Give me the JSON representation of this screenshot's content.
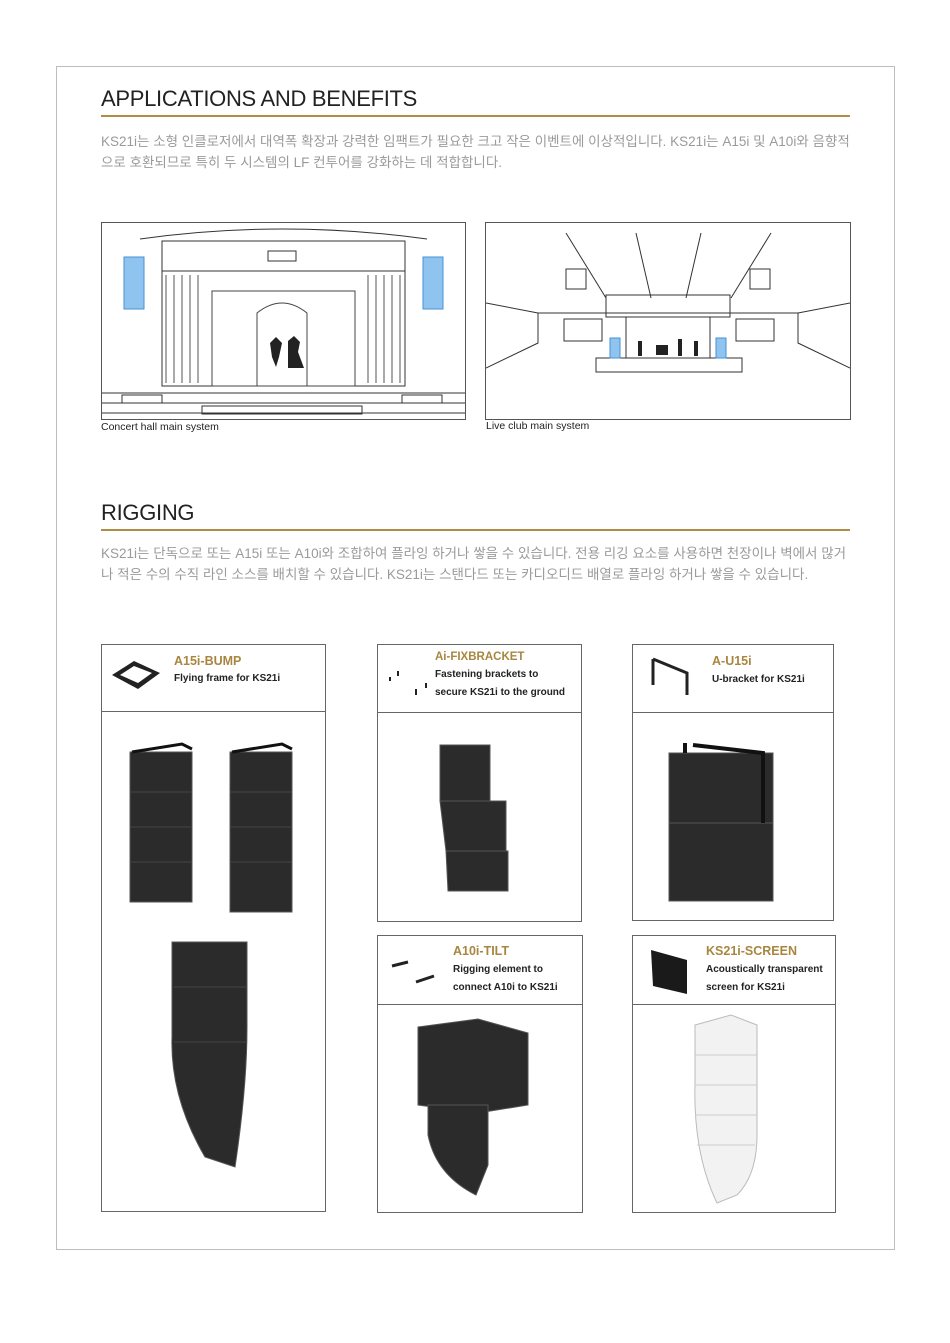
{
  "applications": {
    "title": "APPLICATIONS AND BENEFITS",
    "body": "KS21i는 소형 인클로저에서 대역폭 확장과 강력한 임팩트가 필요한 크고 작은 이벤트에 이상적입니다. KS21i는 A15i 및 A10i와 음향적으로 호환되므로 특히 두 시스템의 LF 컨투어를 강화하는 데 적합합니다.",
    "images": [
      {
        "caption": "Concert hall main system"
      },
      {
        "caption": "Live club main system"
      }
    ]
  },
  "rigging": {
    "title": "RIGGING",
    "body": "KS21i는 단독으로 또는 A15i 또는 A10i와 조합하여 플라잉 하거나 쌓을 수 있습니다. 전용 리깅 요소를 사용하면 천장이나 벽에서 많거나 적은 수의 수직 라인 소스를 배치할 수 있습니다. KS21i는 스탠다드 또는 카디오디드 배열로 플라잉 하거나 쌓을 수 있습니다.",
    "products": [
      {
        "name": "A15i-BUMP",
        "line1": "Flying frame for KS21i",
        "line2": ""
      },
      {
        "name": "Ai-FIXBRACKET",
        "line1": "Fastening brackets to",
        "line2": "secure KS21i to the ground"
      },
      {
        "name": "A-U15i",
        "line1": "U-bracket for KS21i",
        "line2": ""
      },
      {
        "name": "A10i-TILT",
        "line1": "Rigging element to",
        "line2": "connect A10i to KS21i"
      },
      {
        "name": "KS21i-SCREEN",
        "line1": "Acoustically transparent",
        "line2": "screen for KS21i"
      }
    ]
  },
  "colors": {
    "accent": "#a8863f",
    "speaker": "#2a2a2a",
    "highlight": "#8fc4f0"
  }
}
